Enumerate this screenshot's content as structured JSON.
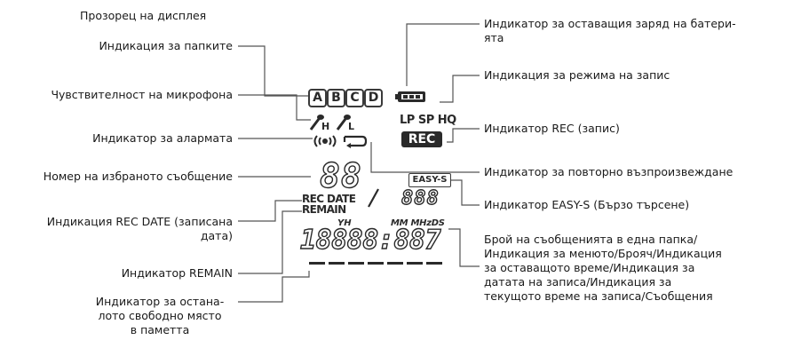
{
  "heading": "Прозорец на дисплея",
  "labels_left": {
    "folder": "Индикация за папките",
    "mic": "Чувствителност на микрофона",
    "alarm": "Индикатор за алармата",
    "msg_number": "Номер на избраното съобщение",
    "rec_date_1": "Индикация REC DATE (записана",
    "rec_date_2": "дата)",
    "remain": "Индикатор REMAIN",
    "memory_1": "Индикатор за остана-",
    "memory_2": "лото свободно място",
    "memory_3": "в паметта"
  },
  "labels_right": {
    "battery_1": "Индикатор за оставащия заряд на батери-",
    "battery_2": "ята",
    "rec_mode": "Индикация за режима на запис",
    "rec": "Индикатор REC (запис)",
    "repeat": "Индикатор за повторно възпроизвеждане",
    "easy_s": "Индикатор EASY-S (Бързо търсене)",
    "multi_1": "Брой на съобщенията в една папка/",
    "multi_2": "Индикация за менюто/Брояч/Индикация",
    "multi_3": "за оставащото време/Индикация за",
    "multi_4": "датата на записа/Индикация за",
    "multi_5": "текущото време на записа/Съобщения"
  },
  "lcd": {
    "folders": [
      "A",
      "B",
      "C",
      "D"
    ],
    "mic_h": "H",
    "mic_l": "L",
    "rec_modes": "LP SP HQ",
    "rec": "REC",
    "easy_s": "EASY-S",
    "msg_digits": "88",
    "rec_date": "REC DATE",
    "remain": "REMAIN",
    "small_digits": "888",
    "yh": "YH",
    "mm_mhz_ds": "MM MHzDS",
    "main_digits": "18888:887"
  }
}
